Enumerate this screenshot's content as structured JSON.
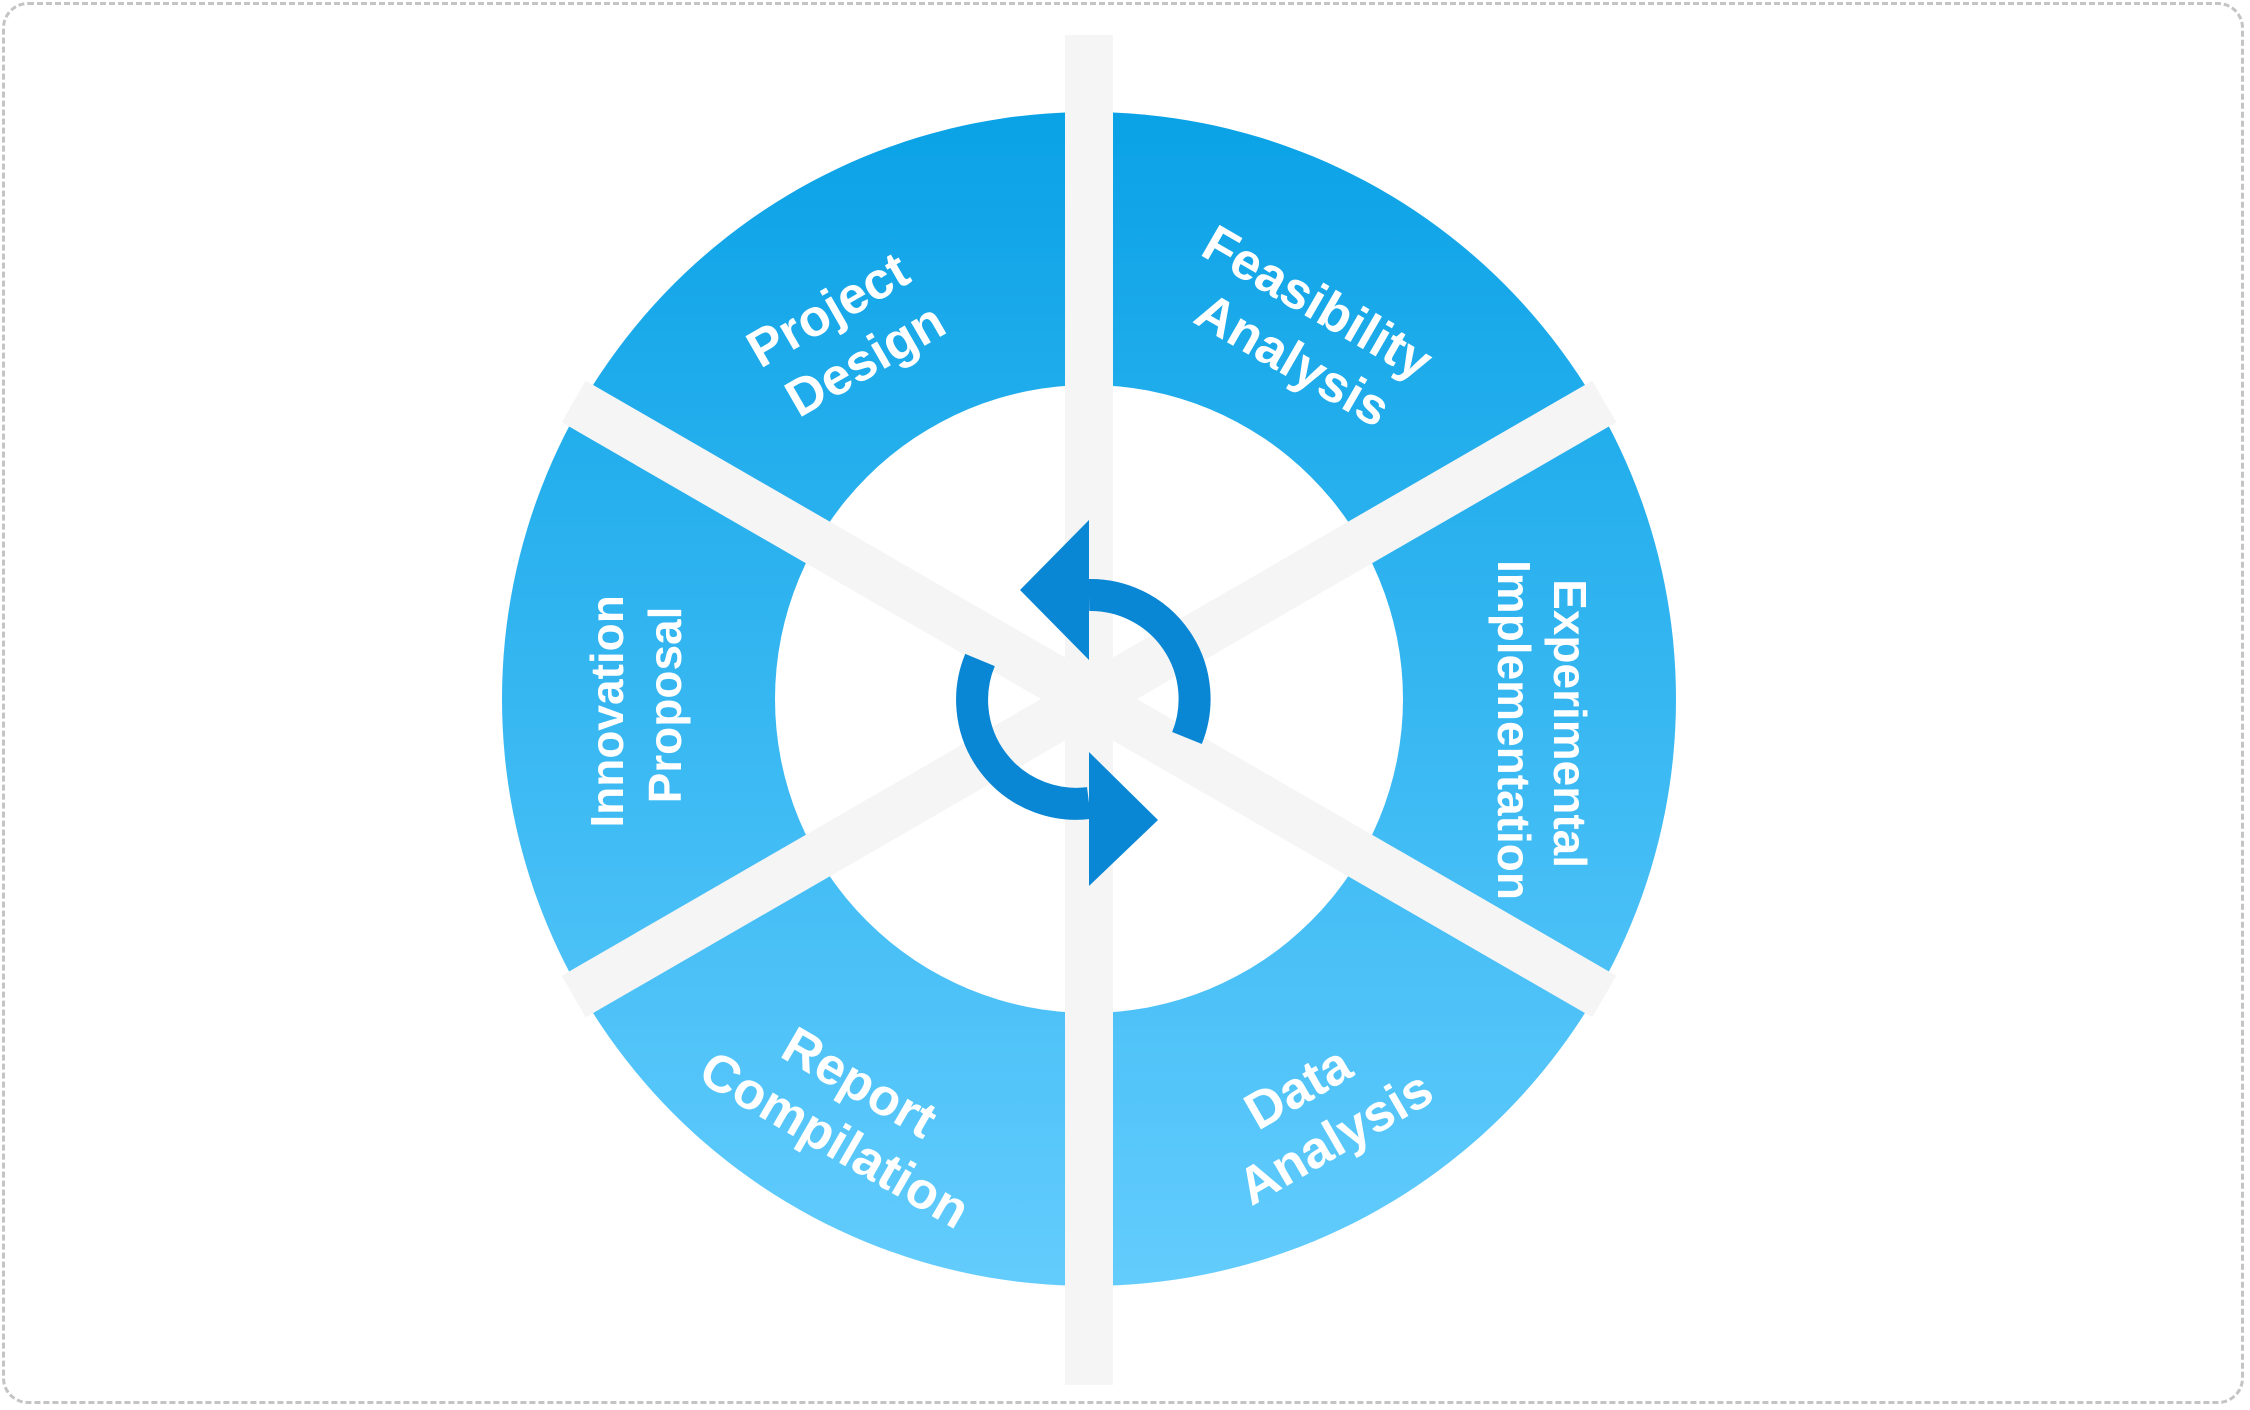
{
  "diagram": {
    "colors": {
      "ring_top": "#0aa2e6",
      "ring_bottom": "#63ccfd",
      "divider": "#f5f5f5",
      "cycle_icon": "#0a87d4",
      "frame_border": "#c4c4c4"
    },
    "center_icon": "refresh-cycle-icon",
    "segments": [
      {
        "id": "project-design",
        "lines": [
          "Project",
          "Design"
        ]
      },
      {
        "id": "feasibility-analysis",
        "lines": [
          "Feasibility",
          "Analysis"
        ]
      },
      {
        "id": "experimental-implementation",
        "lines": [
          "Experimental",
          "Implementation"
        ]
      },
      {
        "id": "data-analysis",
        "lines": [
          "Data",
          "Analysis"
        ]
      },
      {
        "id": "report-compilation",
        "lines": [
          "Report",
          "Compilation"
        ]
      },
      {
        "id": "innovation-proposal",
        "lines": [
          "Innovation",
          "Proposal"
        ]
      }
    ]
  }
}
